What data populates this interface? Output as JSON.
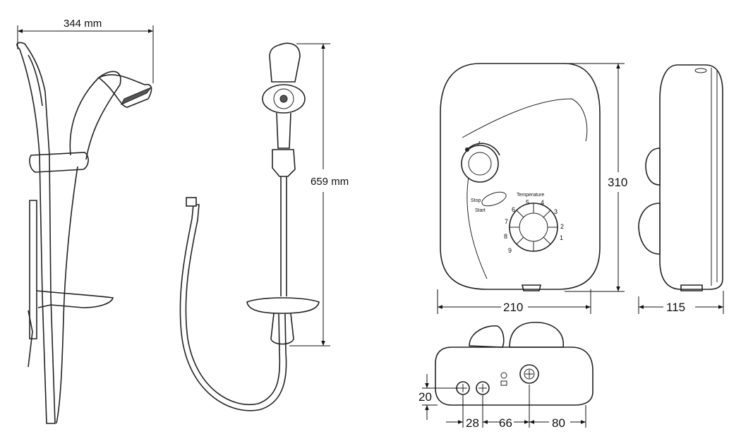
{
  "dimensions": {
    "kit_width": "344 mm",
    "kit_height": "659 mm",
    "unit_height": "310",
    "unit_width": "210",
    "unit_depth": "115",
    "inlet_height": "20",
    "inlet_offset_1": "28",
    "inlet_offset_2": "66",
    "inlet_offset_3": "80"
  },
  "control_panel": {
    "stop_label": "Stop",
    "start_label": "Start",
    "temperature_label": "Temperature",
    "scale": [
      "1",
      "2",
      "3",
      "4",
      "5",
      "6",
      "7",
      "8",
      "9"
    ]
  },
  "colors": {
    "line": "#222222",
    "background": "#ffffff"
  }
}
